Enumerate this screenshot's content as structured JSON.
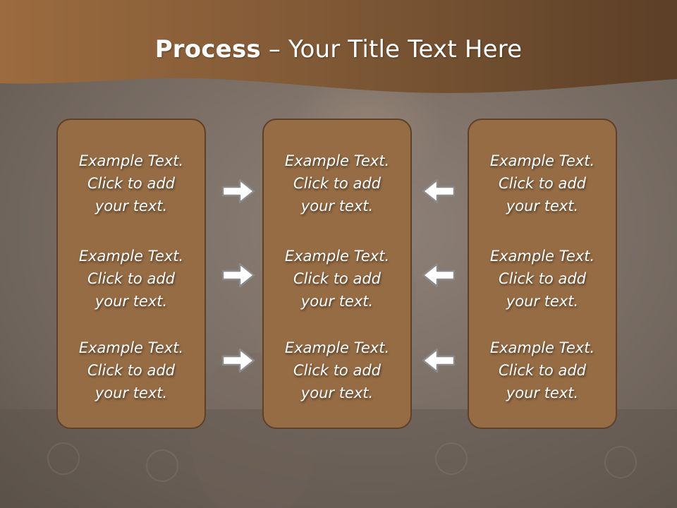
{
  "slide": {
    "title_bold": "Process",
    "title_rest": " – Your Title Text Here"
  },
  "columns": [
    {
      "items": [
        {
          "line1": "Example Text.",
          "line2": "Click  to add",
          "line3": "your text."
        },
        {
          "line1": "Example Text.",
          "line2": "Click  to add",
          "line3": "your text."
        },
        {
          "line1": "Example Text.",
          "line2": "Click  to add",
          "line3": "your text."
        }
      ]
    },
    {
      "items": [
        {
          "line1": "Example Text.",
          "line2": "Click  to add",
          "line3": "your text."
        },
        {
          "line1": "Example Text.",
          "line2": "Click  to add",
          "line3": "your text."
        },
        {
          "line1": "Example Text.",
          "line2": "Click  to add",
          "line3": "your text."
        }
      ]
    },
    {
      "items": [
        {
          "line1": "Example Text.",
          "line2": "Click  to add",
          "line3": "your text."
        },
        {
          "line1": "Example Text.",
          "line2": "Click  to add",
          "line3": "your text."
        },
        {
          "line1": "Example Text.",
          "line2": "Click  to add",
          "line3": "your text."
        }
      ]
    }
  ],
  "arrows": {
    "left_side": [
      "arrow-right-icon",
      "arrow-right-icon",
      "arrow-right-icon"
    ],
    "right_side": [
      "arrow-left-icon",
      "arrow-left-icon",
      "arrow-left-icon"
    ]
  },
  "colors": {
    "header": "#8a6038",
    "box_fill": "#966c44",
    "box_border": "#5e4128",
    "arrow_fill": "#ffffff",
    "arrow_stroke": "#8a8a8a"
  }
}
